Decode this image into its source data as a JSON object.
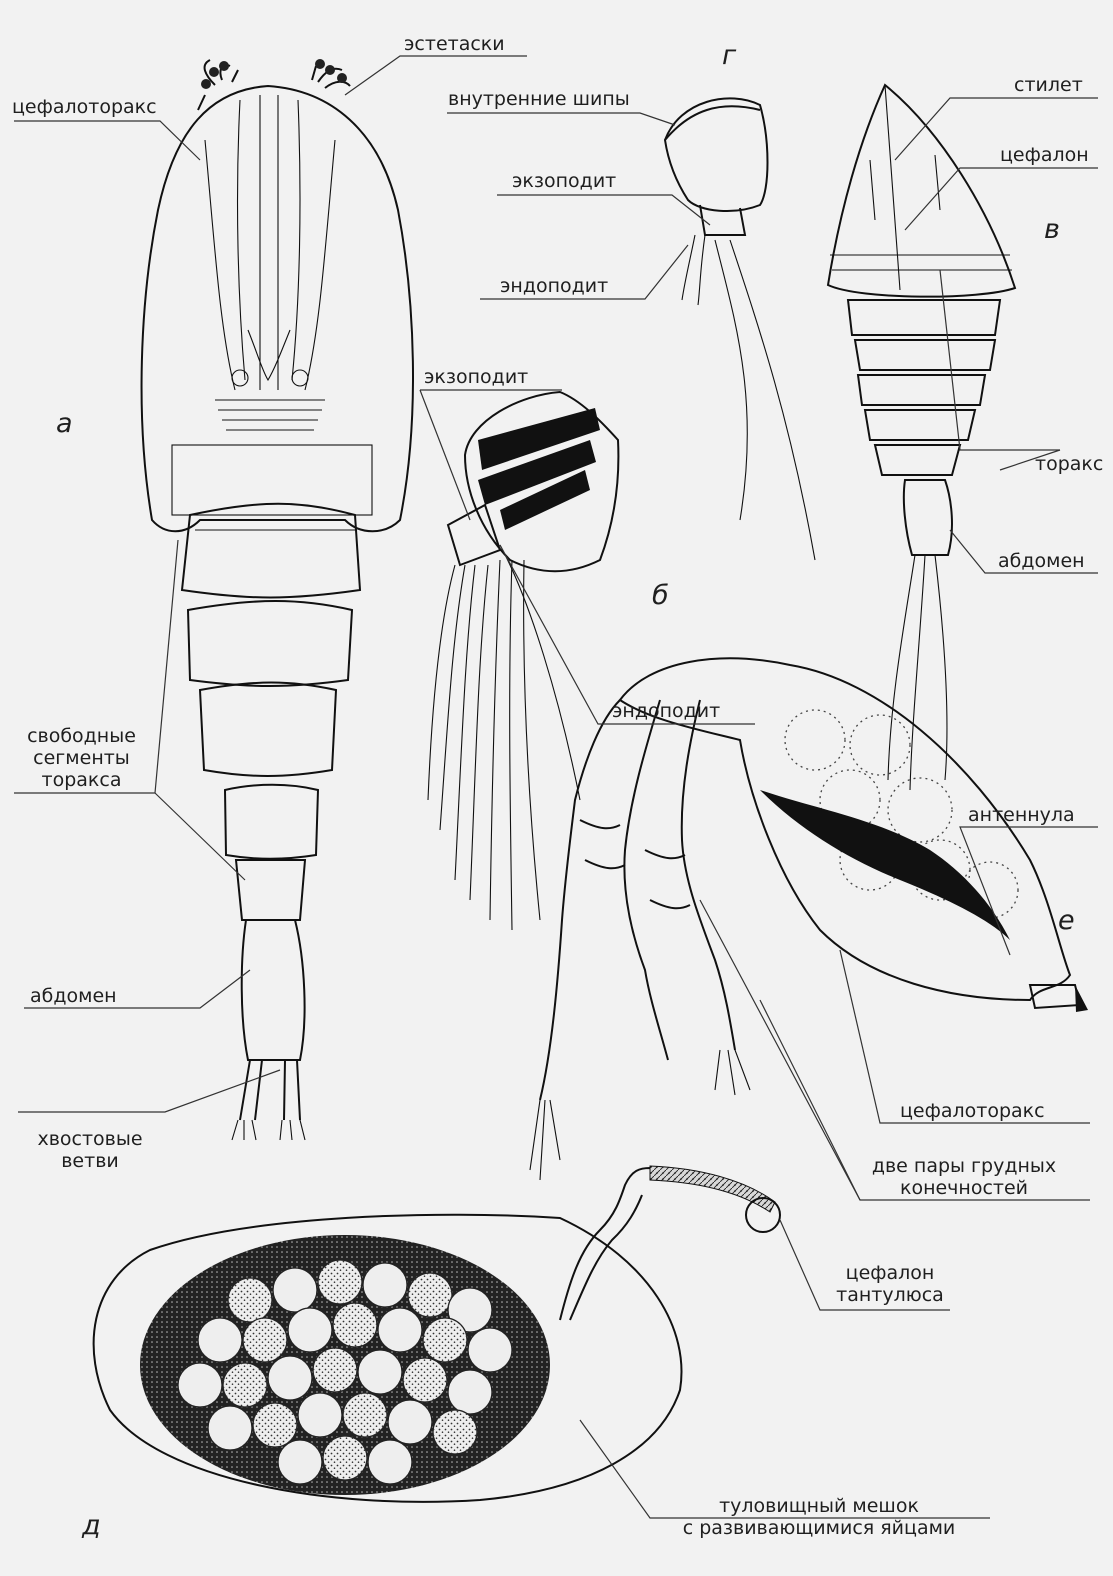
{
  "panels": {
    "a": "а",
    "b": "б",
    "v": "в",
    "g": "г",
    "d": "д",
    "e": "е"
  },
  "labels": {
    "a_cephalothorax": "цефалоторакс",
    "a_aesthetascs": "эстетаски",
    "a_free_segments": [
      "свободные",
      "сегменты",
      "торакса"
    ],
    "a_abdomen": "абдомен",
    "a_caudal": [
      "хвостовые",
      "ветви"
    ],
    "g_inner_spines": "внутренние шипы",
    "g_exopod": "экзоподит",
    "g_endopod": "эндоподит",
    "b_exopod": "экзоподит",
    "b_endopod": "эндоподит",
    "v_stylet": "стилет",
    "v_cephalon": "цефалон",
    "v_thorax": "торакс",
    "v_abdomen": "абдомен",
    "e_antennule": "антеннула",
    "e_cephalothorax": "цефалоторакс",
    "e_legs": [
      "две пары грудных",
      "конечностей"
    ],
    "d_cephalon": [
      "цефалон",
      "тантулюса"
    ],
    "d_sac": [
      "туловищный мешок",
      "с развивающимися яйцами"
    ]
  }
}
